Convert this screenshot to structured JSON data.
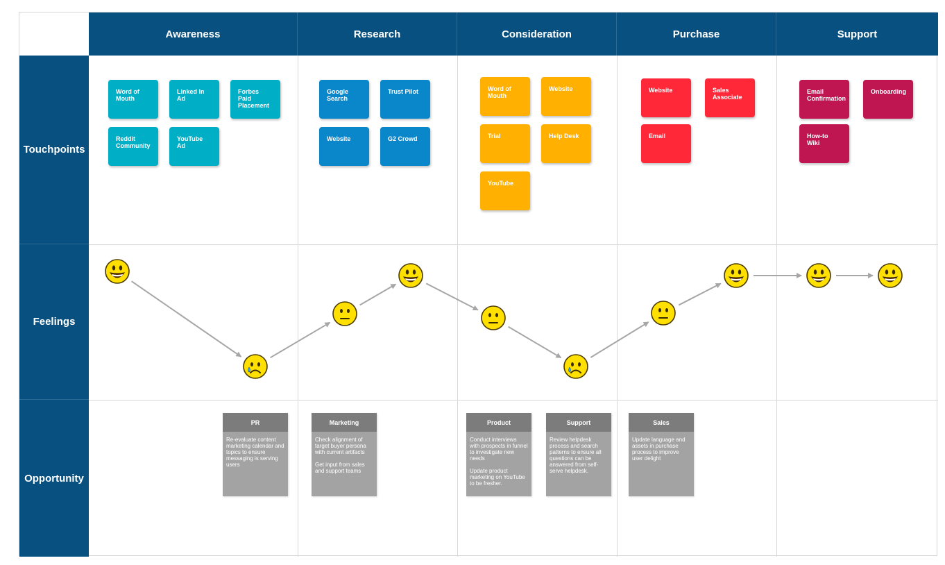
{
  "columns": [
    {
      "label": "Awareness"
    },
    {
      "label": "Research"
    },
    {
      "label": "Consideration"
    },
    {
      "label": "Purchase"
    },
    {
      "label": "Support"
    }
  ],
  "rows": [
    {
      "label": "Touchpoints"
    },
    {
      "label": "Feelings"
    },
    {
      "label": "Opportunity"
    }
  ],
  "colors": {
    "header": "#07507f",
    "awareness": "#00aec6",
    "research": "#0a86cb",
    "consideration": "#ffb000",
    "purchase": "#ff2838",
    "support": "#bf1550",
    "opportunity_head": "#7c7c7c",
    "opportunity_body": "#a3a3a3"
  },
  "touchpoints": {
    "awareness": [
      "Word of Mouth",
      "Linked In Ad",
      "Forbes Paid Placement",
      "Reddit Community",
      "YouTube Ad"
    ],
    "research": [
      "Google Search",
      "Trust Pilot",
      "Website",
      "G2 Crowd"
    ],
    "consideration": [
      "Word of Mouth",
      "Website",
      "Trial",
      "Help Desk",
      "YouTube"
    ],
    "purchase": [
      "Website",
      "Sales Associate",
      "Email"
    ],
    "support": [
      "Email Confirmation",
      "Onboarding",
      "How-to Wiki"
    ]
  },
  "feelings": [
    "happy",
    "sad",
    "neutral",
    "happy",
    "neutral",
    "sad",
    "neutral",
    "happy",
    "happy",
    "happy"
  ],
  "opportunities": [
    {
      "title": "PR",
      "text": [
        "Re-evaluate content marketing calendar and topics to ensure messaging is serving users"
      ]
    },
    {
      "title": "Marketing",
      "text": [
        "Check alignment of target buyer persona with current artifacts",
        "Get input from sales and support teams"
      ]
    },
    {
      "title": "Product",
      "text": [
        "Conduct interviews with prospects in funnel to investigate new needs",
        "Update product marketing on YouTube to be fresher."
      ]
    },
    {
      "title": "Support",
      "text": [
        "Review helpdesk process and search patterns to ensure all questions can be answered from self-serve helpdesk."
      ]
    },
    {
      "title": "Sales",
      "text": [
        "Update language and assets in purchase process to improve user delight"
      ]
    }
  ]
}
